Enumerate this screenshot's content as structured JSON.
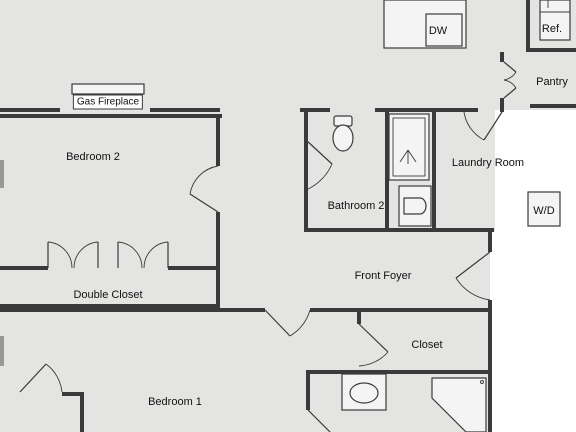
{
  "rooms": {
    "bedroom_2": "Bedroom 2",
    "double_closet": "Double Closet",
    "bedroom_1": "Bedroom 1",
    "bathroom_2": "Bathroom 2",
    "laundry_room": "Laundry Room",
    "front_foyer": "Front Foyer",
    "closet": "Closet",
    "pantry": "Pantry"
  },
  "fixtures": {
    "gas_fireplace": "Gas Fireplace",
    "dishwasher": "DW",
    "refrigerator": "Ref.",
    "washer_dryer": "W/D"
  },
  "colors": {
    "floor": "#e4e5e3",
    "wall": "#3a3a3a",
    "background": "#ffffff"
  }
}
